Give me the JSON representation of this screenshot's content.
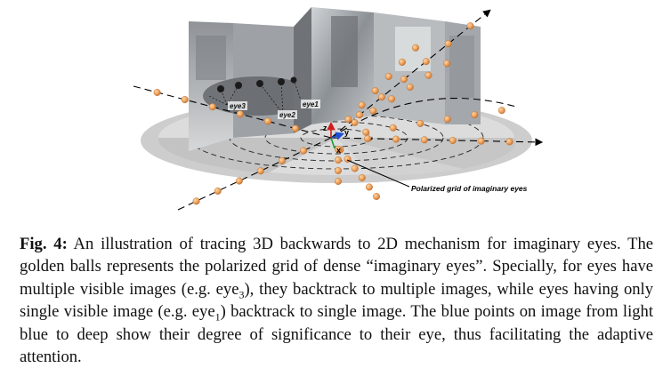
{
  "figure": {
    "annotation": "Polarized grid of imaginary eyes",
    "eye_labels": [
      "eye3",
      "eye2",
      "eye1"
    ],
    "axis_labels": {
      "z": "z",
      "y": "y",
      "x": "x"
    }
  },
  "caption": {
    "label": "Fig. 4:",
    "part1": " An illustration of tracing 3D backwards to 2D mechanism for imaginary eyes. The golden balls represents the polarized grid of dense “imaginary eyes”. Specially, for eyes have multiple visible images (e.g. eye",
    "sub1": "3",
    "part2": "), they backtrack to multiple images, while eyes having only single visible image (e.g. eye",
    "sub2": "1",
    "part3": ") backtrack to single image. The blue points on image from light blue to deep show their degree of significance to their eye, thus facilitating the adaptive attention."
  }
}
